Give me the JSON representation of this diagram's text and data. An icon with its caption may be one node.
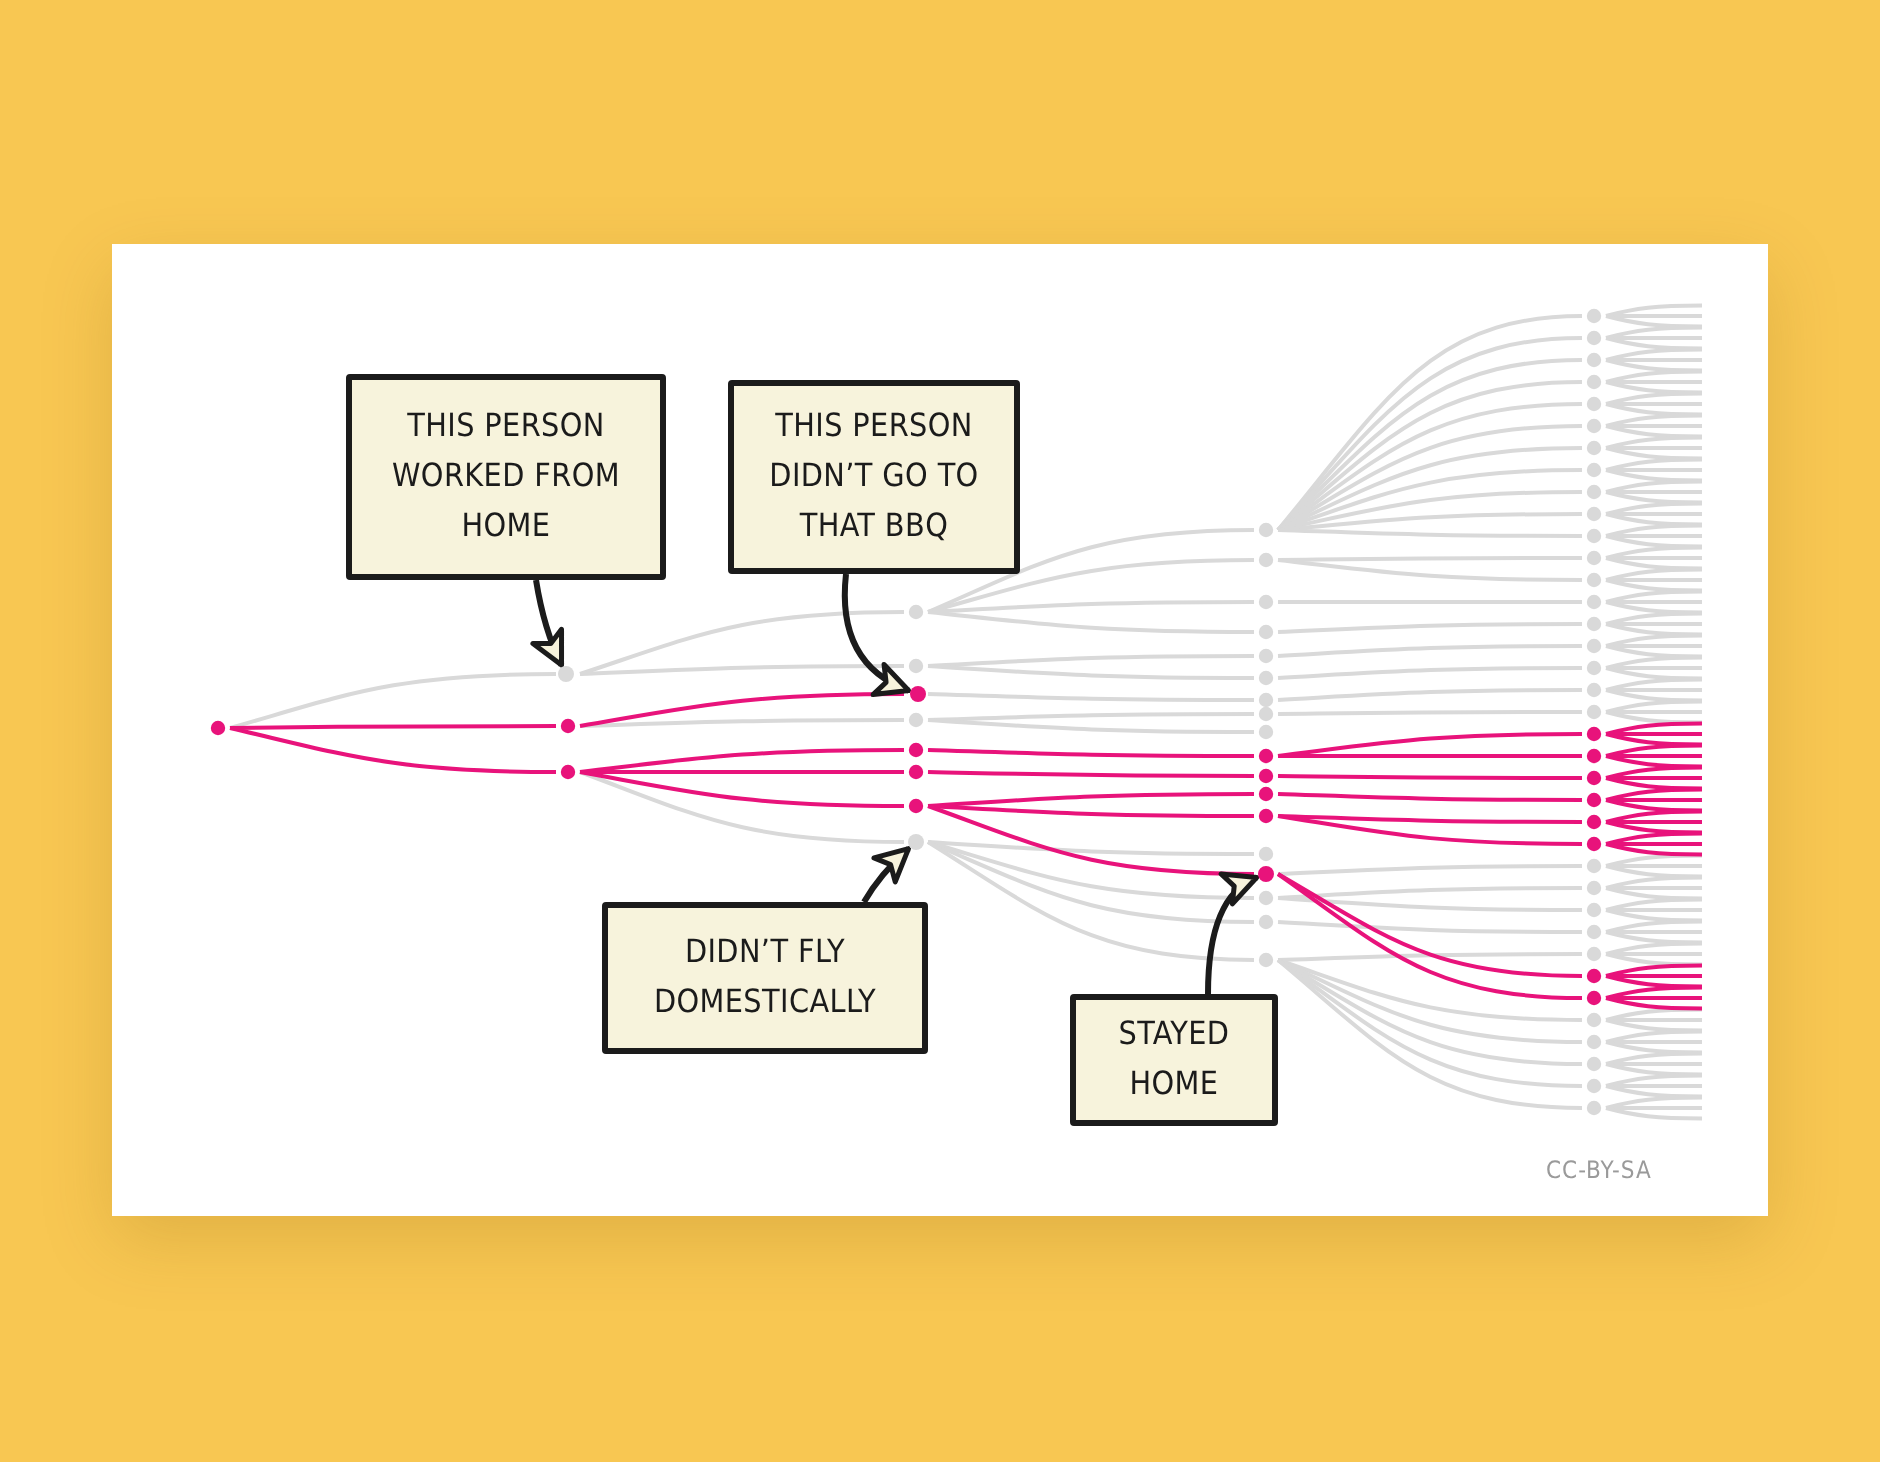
{
  "diagram": {
    "nodes": [
      {
        "text": [
          "THIS PERSON WORKED FROM HOME"
        ]
      },
      {
        "text": [
          "THIS PERSON DIDN’T GO TO THAT BBQ"
        ]
      },
      {
        "text": [
          "DIDN’T FLY DOMESTICALLY"
        ]
      },
      {
        "text": [
          "STAYED HOME"
        ]
      },
      {
        "text": [],
        "shape": "circle"
      },
      {
        "text": [],
        "shape": "circle"
      },
      {
        "text": [],
        "shape": "circle"
      },
      {
        "text": [],
        "shape": "circle"
      }
    ],
    "edges": [
      {
        "from": 0,
        "to": 4,
        "arrow": "to"
      },
      {
        "from": 1,
        "to": 5,
        "arrow": "to"
      },
      {
        "from": 2,
        "to": 6,
        "arrow": "to"
      },
      {
        "from": 3,
        "to": 7,
        "arrow": "to"
      }
    ],
    "labels": [
      "CC-BY-SA"
    ]
  }
}
